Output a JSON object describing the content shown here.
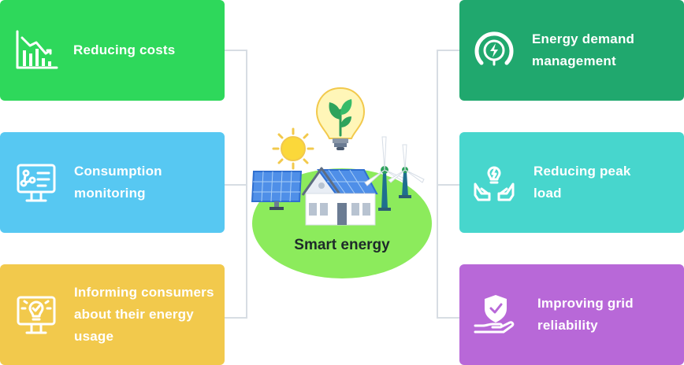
{
  "center": {
    "title": "Smart energy"
  },
  "colors": {
    "reducing_costs": "#2ed85b",
    "consumption_monitoring": "#57c8f2",
    "informing_consumers": "#f2c94c",
    "energy_demand_management": "#20a86e",
    "reducing_peak_load": "#47d6cd",
    "improving_grid_reliability": "#b868d8",
    "ground": "#8ceb5c",
    "connector": "#d7dde3"
  },
  "left_cards": [
    {
      "label": "Reducing costs",
      "icon": "bar-chart-decline-icon"
    },
    {
      "label": "Consumption monitoring",
      "icon": "monitor-analytics-icon"
    },
    {
      "label": "Informing consumers about their energy usage",
      "icon": "monitor-lightbulb-icon"
    }
  ],
  "right_cards": [
    {
      "label": "Energy demand management",
      "icon": "energy-gauge-icon"
    },
    {
      "label": "Reducing peak load",
      "icon": "hands-lightbulb-icon"
    },
    {
      "label": "Improving grid reliability",
      "icon": "hand-shield-icon"
    }
  ]
}
